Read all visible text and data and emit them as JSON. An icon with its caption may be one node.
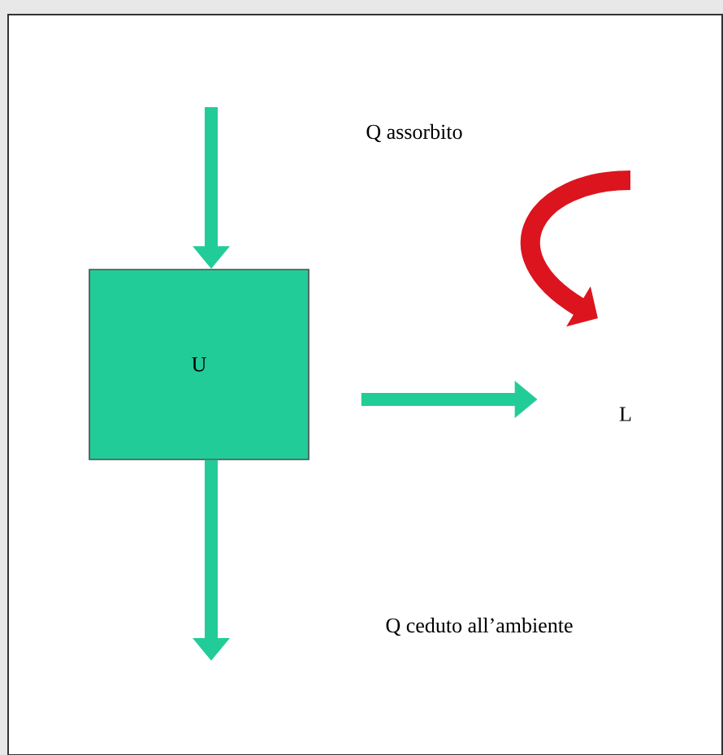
{
  "diagram": {
    "nodes": [
      {
        "text": [
          "U"
        ]
      },
      {
        "text": [
          "L"
        ]
      }
    ],
    "edges": [
      {
        "from": null,
        "to": 0,
        "arrow": "to"
      },
      {
        "from": 0,
        "to": 1,
        "arrow": "to"
      },
      {
        "from": 0,
        "to": null,
        "arrow": "to"
      }
    ],
    "labels": [
      "Q assorbito",
      "Q ceduto all’ambiente"
    ]
  }
}
